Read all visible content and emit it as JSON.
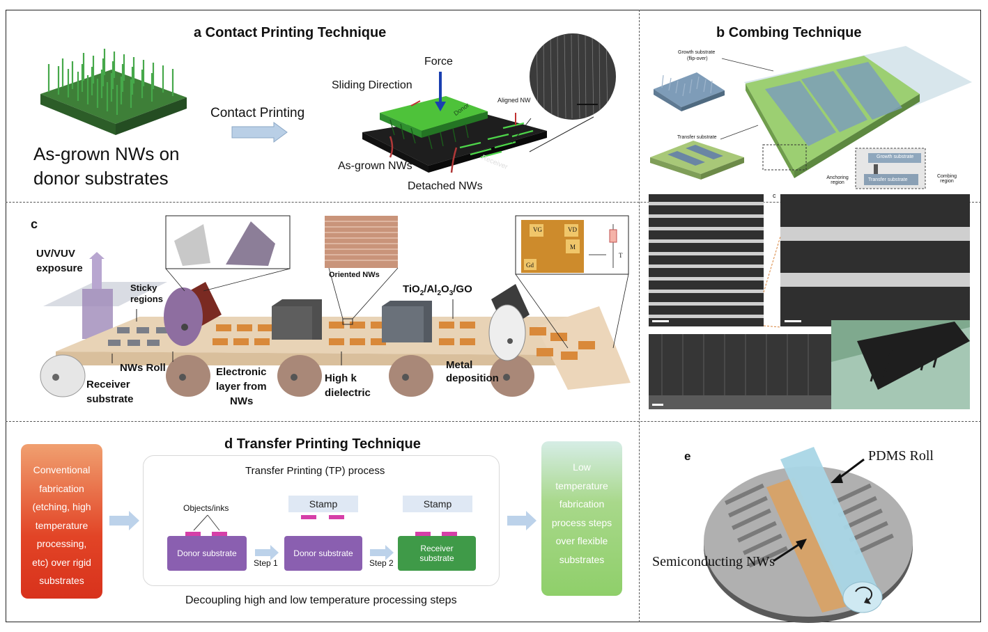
{
  "panel_a": {
    "title": "a  Contact Printing Technique",
    "caption_line1": "As-grown NWs on",
    "caption_line2": "donor substrates",
    "arrow_label": "Contact Printing",
    "force": "Force",
    "sliding": "Sliding Direction",
    "as_grown": "As-grown NWs",
    "detached": "Detached NWs",
    "aligned": "Aligned NW",
    "donor": "Donor",
    "receiver": "Receiver"
  },
  "panel_b": {
    "title": "b  Combing Technique",
    "growth_substrate": "Growth substrate",
    "flip_over": "(flip-over)",
    "transfer_substrate": "Transfer substrate",
    "inset_growth": "Growth substrate",
    "inset_transfer": "Transfer substrate",
    "anchoring": "Anchoring region",
    "combing": "Combing region",
    "sub_c": "c"
  },
  "panel_c": {
    "label": "c",
    "uv": "UV/VUV",
    "exposure": "exposure",
    "sticky": "Sticky",
    "regions": "regions",
    "nws_roll": "NWs Roll",
    "receiver1": "Receiver",
    "receiver2": "substrate",
    "electronic1": "Electronic",
    "electronic2": "layer from",
    "electronic3": "NWs",
    "oriented": "Oriented NWs",
    "highk1": "High k",
    "highk2": "dielectric",
    "tio2": "TiO",
    "tio2_sub": "2",
    "al2o3": "/Al",
    "al2o3_sub1": "2",
    "o3": "O",
    "o3_sub": "3",
    "go": "/GO",
    "metal1": "Metal",
    "metal2": "deposition",
    "vg": "VG",
    "vd": "VD",
    "m": "M",
    "gd": "Gd",
    "t": "T"
  },
  "panel_d": {
    "title": "d  Transfer Printing Technique",
    "left_box": [
      "Conventional",
      "fabrication",
      "(etching, high",
      "temperature",
      "processing,",
      "etc) over rigid",
      "substrates"
    ],
    "tp_process": "Transfer Printing (TP) process",
    "objects": "Objects/inks",
    "stamp1": "Stamp",
    "stamp2": "Stamp",
    "donor1": "Donor substrate",
    "donor2": "Donor substrate",
    "receiver_line1": "Receiver",
    "receiver_line2": "substrate",
    "step1": "Step 1",
    "step2": "Step 2",
    "right_box": [
      "Low",
      "temperature",
      "fabrication",
      "process steps",
      "over flexible",
      "substrates"
    ],
    "footer": "Decoupling high and low temperature processing steps"
  },
  "panel_e": {
    "label": "e",
    "pdms": "PDMS Roll",
    "semi": "Semiconducting NWs"
  },
  "colors": {
    "green_nw": "#2f8f2f",
    "donor_green": "#4ec23a",
    "roll_brown": "#7a2a22",
    "orange_pad": "#d9893a",
    "purple_sub": "#8a5fb0",
    "receiver_green": "#3f9a48",
    "red_box": "#e2462a",
    "green_box": "#8fcf7a",
    "pdms_blue": "#a9d6e6"
  }
}
